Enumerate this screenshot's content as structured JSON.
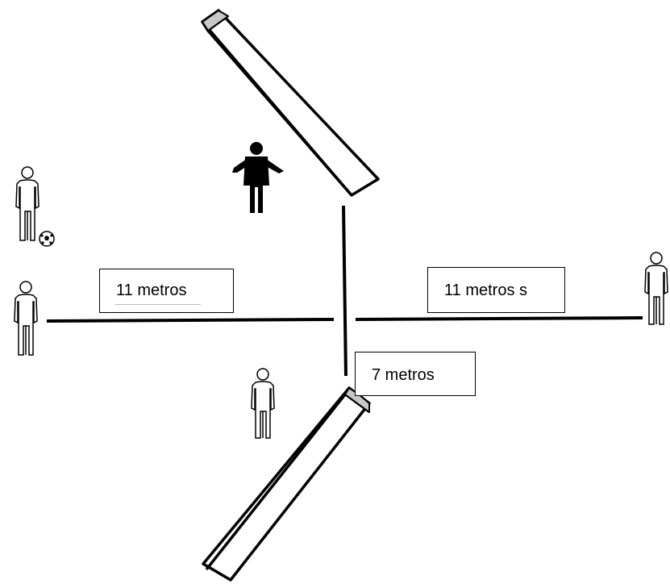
{
  "labels": {
    "left_distance": "11 metros",
    "right_distance": "11 metros s",
    "short_distance": "7 metros"
  },
  "icons": {
    "goals": "goal-post-icon",
    "players": "player-outline-icon",
    "referee": "referee-silhouette-icon",
    "ball": "soccer-ball-icon"
  },
  "colors": {
    "stroke": "#000000",
    "background": "#ffffff",
    "goal_end": "#c8c8c8"
  }
}
